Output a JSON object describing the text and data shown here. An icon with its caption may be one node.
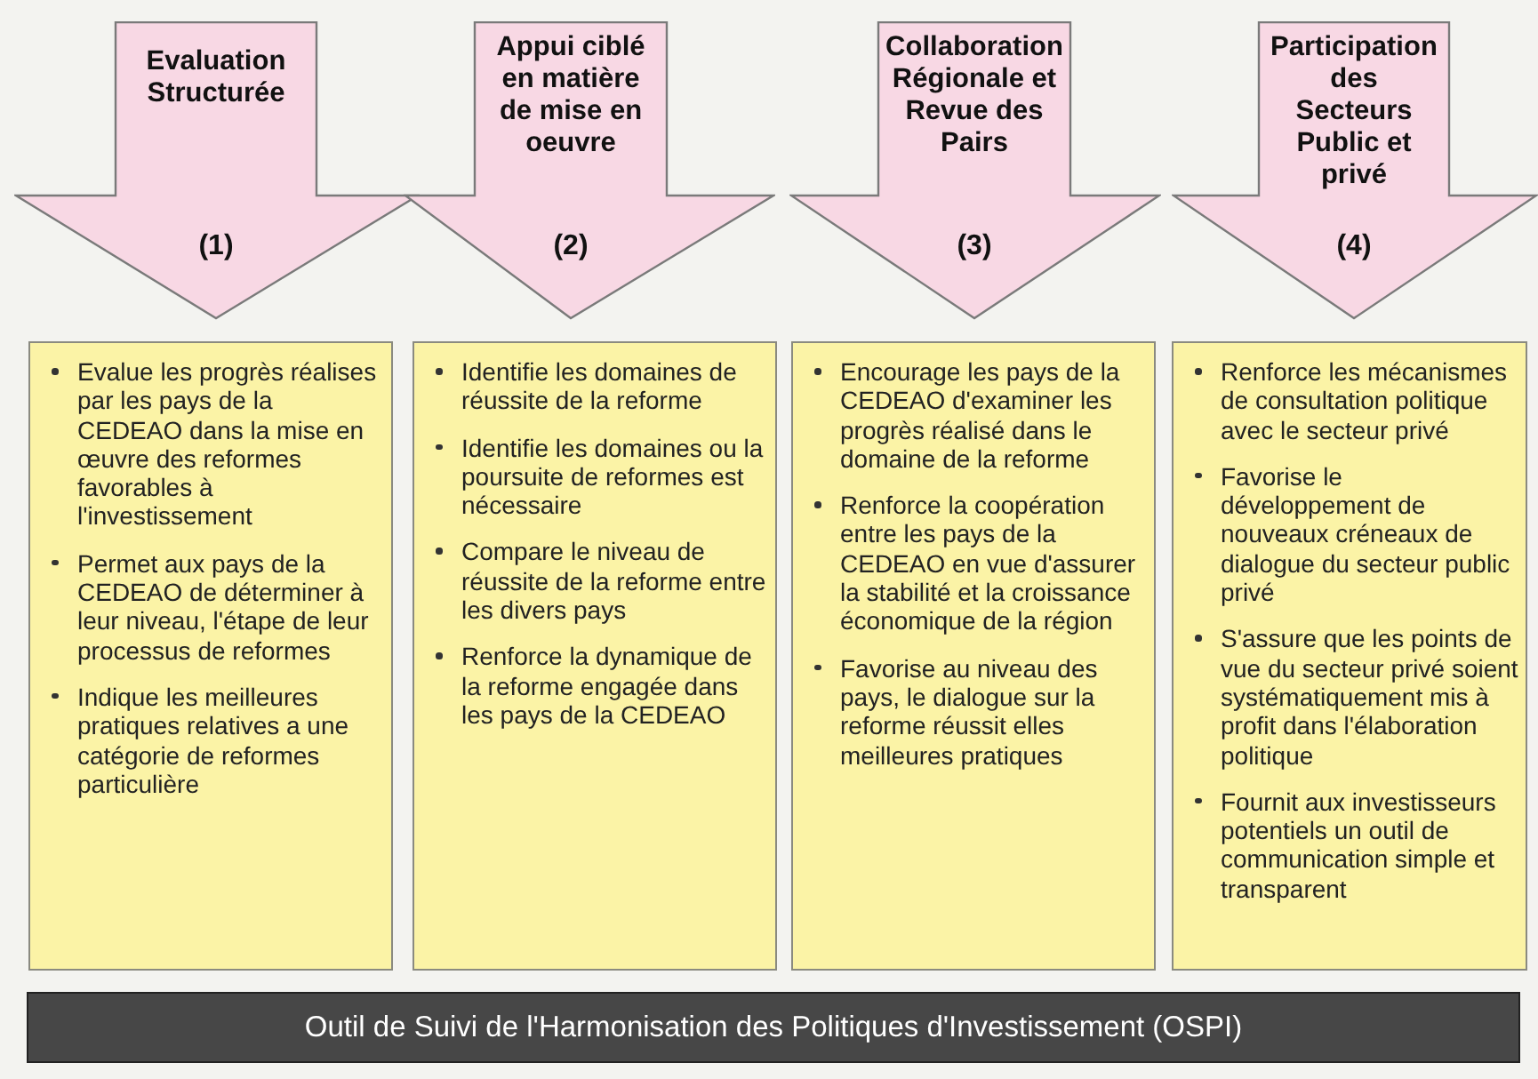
{
  "diagram": {
    "nodes": [
      {
        "text": [
          "Evaluation Structurée",
          "(1)"
        ]
      },
      {
        "text": [
          "Appui ciblé en matière de mise en oeuvre",
          "(2)"
        ]
      },
      {
        "text": [
          "Collaboration Régionale et Revue des Pairs",
          "(3)"
        ]
      },
      {
        "text": [
          "Participation des Secteurs Public et privé",
          "(4)"
        ]
      },
      {
        "text": [
          "Evalue les progrès réalises par les pays de la CEDEAO dans la mise en œuvre des reformes favorables à l'investissement",
          "Permet aux pays de la CEDEAO de déterminer à leur niveau, l'étape de leur processus de reformes",
          "Indique les meilleures pratiques relatives a une catégorie de reformes particulière"
        ]
      },
      {
        "text": [
          "Identifie les domaines de réussite de la reforme",
          "Identifie les domaines ou la poursuite de reformes est nécessaire",
          "Compare le niveau de réussite de la reforme entre les divers pays",
          "Renforce la dynamique de la reforme engagée dans les pays de la CEDEAO"
        ]
      },
      {
        "text": [
          "Encourage les pays de la CEDEAO d'examiner les progrès réalisé dans le domaine de la reforme",
          "Renforce la coopération entre les pays de la CEDEAO en vue d'assurer la stabilité et la croissance économique de la région",
          "Favorise au niveau des pays, le dialogue sur la reforme réussit elles meilleures pratiques"
        ]
      },
      {
        "text": [
          "Renforce les mécanismes de consultation politique avec le secteur privé",
          "Favorise le développement de nouveaux créneaux de dialogue du secteur public privé",
          "S'assure que les points de vue du secteur privé soient systématiquement mis à profit dans l'élaboration politique",
          "Fournit aux investisseurs potentiels un outil de communication simple et transparent"
        ]
      },
      {
        "text": [
          "Outil de Suivi de l'Harmonisation des Politiques d'Investissement (OSPI)"
        ]
      }
    ]
  }
}
